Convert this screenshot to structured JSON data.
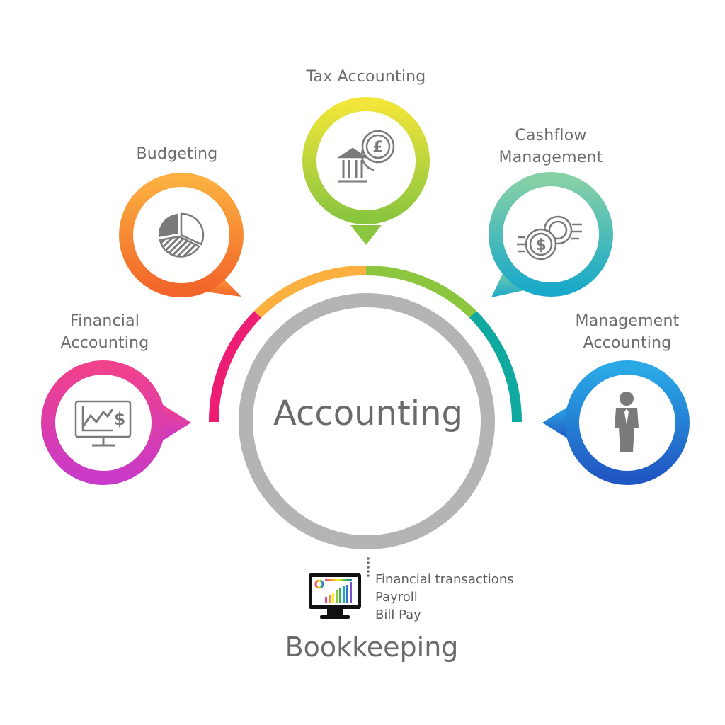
{
  "center": {
    "title": "Accounting"
  },
  "nodes": [
    {
      "id": "financial",
      "label": "Financial\nAccounting",
      "icon": "monitor-dollar-chart-icon",
      "gradient": [
        "#f0418c",
        "#c83ac8"
      ]
    },
    {
      "id": "budgeting",
      "label": "Budgeting",
      "icon": "pie-chart-icon",
      "gradient": [
        "#fbb040",
        "#f2652a"
      ]
    },
    {
      "id": "tax",
      "label": "Tax Accounting",
      "icon": "bank-pound-coin-icon",
      "gradient": [
        "#f2e53a",
        "#8bc63f"
      ]
    },
    {
      "id": "cashflow",
      "label": "Cashflow\nManagement",
      "icon": "dollar-coins-icon",
      "gradient": [
        "#86d0a6",
        "#19a9c9"
      ]
    },
    {
      "id": "management",
      "label": "Management\nAccounting",
      "icon": "person-icon",
      "gradient": [
        "#2aa9e6",
        "#2057c2"
      ]
    }
  ],
  "arc_colors": [
    "#ec1d73",
    "#fbb040",
    "#8cc63f",
    "#0fa99f"
  ],
  "bookkeeping": {
    "title": "Bookkeeping",
    "items": [
      "Financial transactions",
      "Payroll",
      "Bill Pay"
    ],
    "icon": "desktop-bar-chart-icon"
  }
}
